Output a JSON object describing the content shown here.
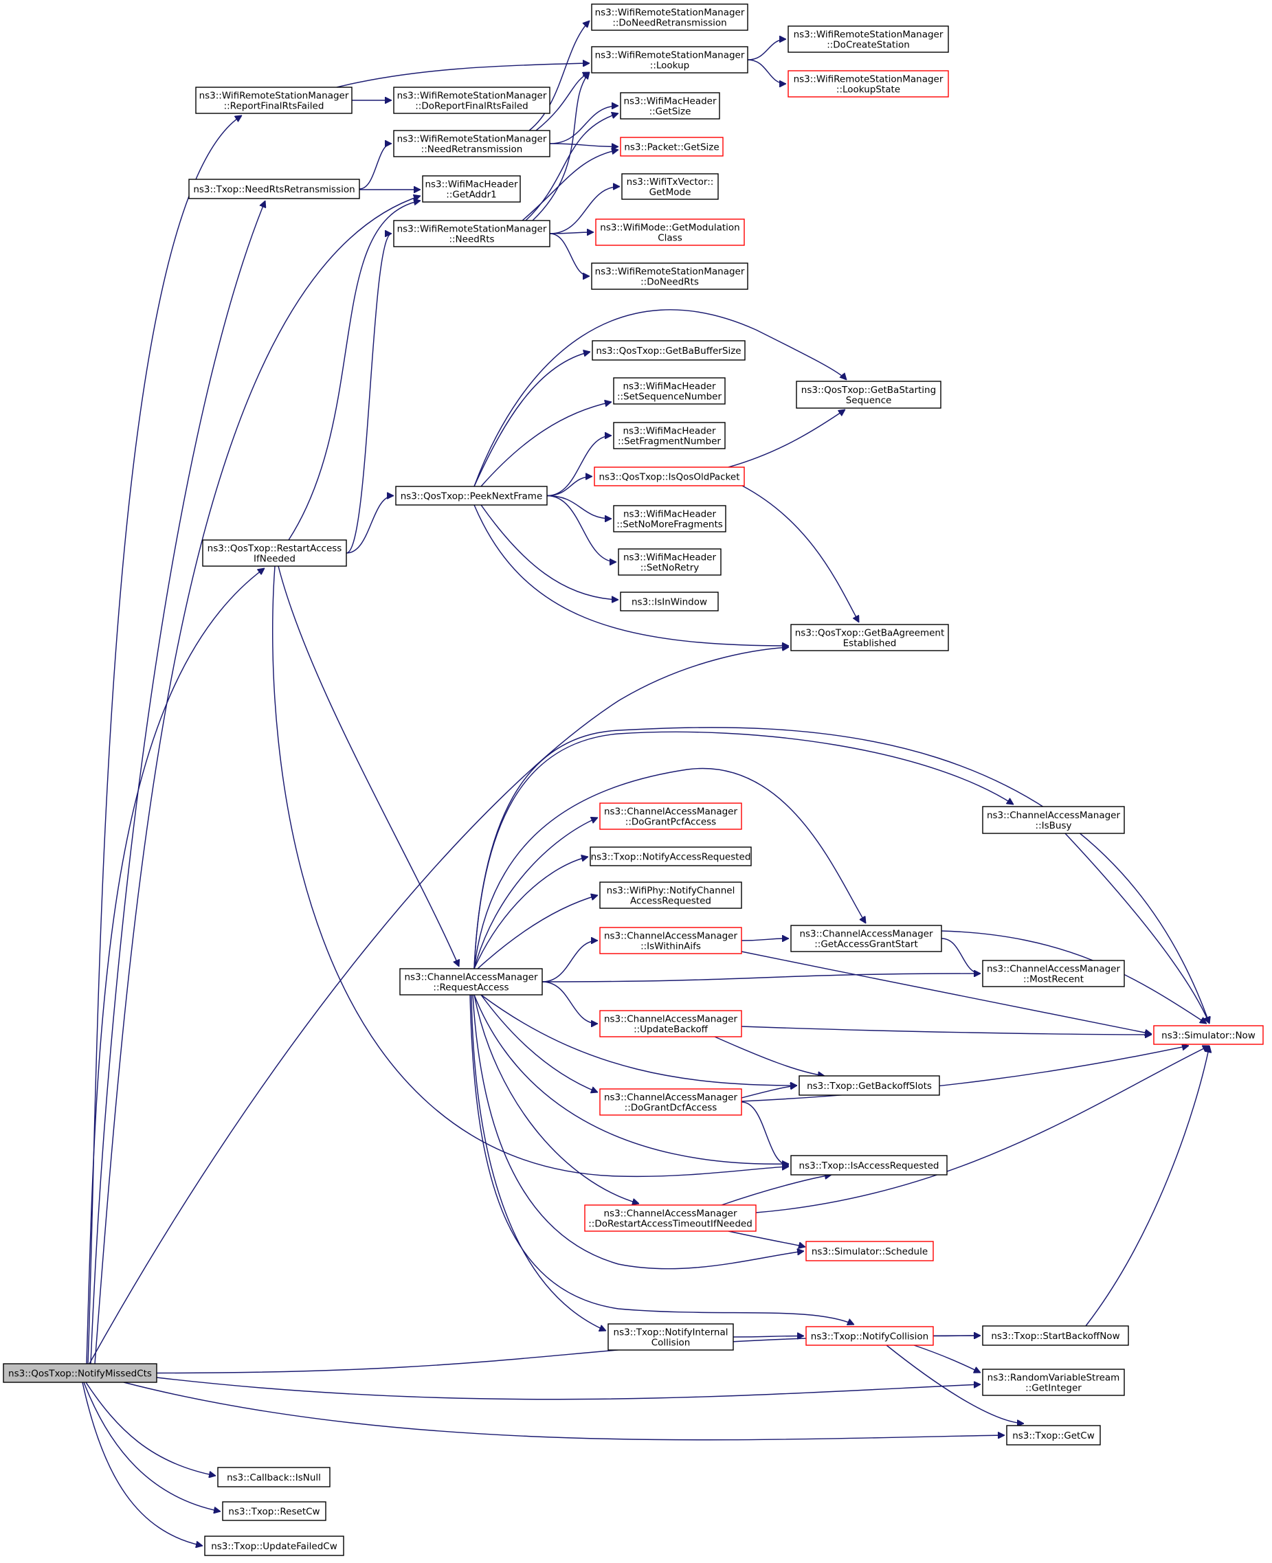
{
  "nodes": [
    {
      "id": "notify_missed_cts",
      "lines": [
        "ns3::QosTxop::NotifyMissedCts"
      ],
      "root": true
    },
    {
      "id": "report_final_rts_failed",
      "lines": [
        "ns3::WifiRemoteStationManager",
        "::ReportFinalRtsFailed"
      ]
    },
    {
      "id": "do_report_final_rts_failed",
      "lines": [
        "ns3::WifiRemoteStationManager",
        "::DoReportFinalRtsFailed"
      ]
    },
    {
      "id": "do_need_retransmission",
      "lines": [
        "ns3::WifiRemoteStationManager",
        "::DoNeedRetransmission"
      ]
    },
    {
      "id": "lookup",
      "lines": [
        "ns3::WifiRemoteStationManager",
        "::Lookup"
      ]
    },
    {
      "id": "do_create_station",
      "lines": [
        "ns3::WifiRemoteStationManager",
        "::DoCreateStation"
      ]
    },
    {
      "id": "lookup_state",
      "lines": [
        "ns3::WifiRemoteStationManager",
        "::LookupState"
      ],
      "partial": true
    },
    {
      "id": "mac_get_size",
      "lines": [
        "ns3::WifiMacHeader",
        "::GetSize"
      ]
    },
    {
      "id": "need_retransmission",
      "lines": [
        "ns3::WifiRemoteStationManager",
        "::NeedRetransmission"
      ]
    },
    {
      "id": "packet_get_size",
      "lines": [
        "ns3::Packet::GetSize"
      ],
      "partial": true
    },
    {
      "id": "need_rts_retransmission",
      "lines": [
        "ns3::Txop::NeedRtsRetransmission"
      ]
    },
    {
      "id": "get_addr1",
      "lines": [
        "ns3::WifiMacHeader",
        "::GetAddr1"
      ]
    },
    {
      "id": "get_mode",
      "lines": [
        "ns3::WifiTxVector::",
        "GetMode"
      ]
    },
    {
      "id": "need_rts",
      "lines": [
        "ns3::WifiRemoteStationManager",
        "::NeedRts"
      ]
    },
    {
      "id": "get_modulation_class",
      "lines": [
        "ns3::WifiMode::GetModulation",
        "Class"
      ],
      "partial": true
    },
    {
      "id": "do_need_rts",
      "lines": [
        "ns3::WifiRemoteStationManager",
        "::DoNeedRts"
      ]
    },
    {
      "id": "get_ba_buffer_size",
      "lines": [
        "ns3::QosTxop::GetBaBufferSize"
      ]
    },
    {
      "id": "set_sequence_number",
      "lines": [
        "ns3::WifiMacHeader",
        "::SetSequenceNumber"
      ]
    },
    {
      "id": "get_ba_starting_sequence",
      "lines": [
        "ns3::QosTxop::GetBaStarting",
        "Sequence"
      ]
    },
    {
      "id": "set_fragment_number",
      "lines": [
        "ns3::WifiMacHeader",
        "::SetFragmentNumber"
      ]
    },
    {
      "id": "is_qos_old_packet",
      "lines": [
        "ns3::QosTxop::IsQosOldPacket"
      ],
      "partial": true
    },
    {
      "id": "peek_next_frame",
      "lines": [
        "ns3::QosTxop::PeekNextFrame"
      ]
    },
    {
      "id": "set_no_more_fragments",
      "lines": [
        "ns3::WifiMacHeader",
        "::SetNoMoreFragments"
      ]
    },
    {
      "id": "restart_access_if_needed",
      "lines": [
        "ns3::QosTxop::RestartAccess",
        "IfNeeded"
      ]
    },
    {
      "id": "set_no_retry",
      "lines": [
        "ns3::WifiMacHeader",
        "::SetNoRetry"
      ]
    },
    {
      "id": "is_in_window",
      "lines": [
        "ns3::IsInWindow"
      ]
    },
    {
      "id": "get_ba_agreement_established",
      "lines": [
        "ns3::QosTxop::GetBaAgreement",
        "Established"
      ]
    },
    {
      "id": "is_busy",
      "lines": [
        "ns3::ChannelAccessManager",
        "::IsBusy"
      ]
    },
    {
      "id": "do_grant_pcf_access",
      "lines": [
        "ns3::ChannelAccessManager",
        "::DoGrantPcfAccess"
      ],
      "partial": true
    },
    {
      "id": "notify_access_requested",
      "lines": [
        "ns3::Txop::NotifyAccessRequested"
      ]
    },
    {
      "id": "phy_notify_channel_access_requested",
      "lines": [
        "ns3::WifiPhy::NotifyChannel",
        "AccessRequested"
      ]
    },
    {
      "id": "is_within_aifs",
      "lines": [
        "ns3::ChannelAccessManager",
        "::IsWithinAifs"
      ],
      "partial": true
    },
    {
      "id": "get_access_grant_start",
      "lines": [
        "ns3::ChannelAccessManager",
        "::GetAccessGrantStart"
      ]
    },
    {
      "id": "request_access",
      "lines": [
        "ns3::ChannelAccessManager",
        "::RequestAccess"
      ]
    },
    {
      "id": "most_recent",
      "lines": [
        "ns3::ChannelAccessManager",
        "::MostRecent"
      ]
    },
    {
      "id": "update_backoff",
      "lines": [
        "ns3::ChannelAccessManager",
        "::UpdateBackoff"
      ],
      "partial": true
    },
    {
      "id": "simulator_now",
      "lines": [
        "ns3::Simulator::Now"
      ],
      "partial": true
    },
    {
      "id": "get_backoff_slots",
      "lines": [
        "ns3::Txop::GetBackoffSlots"
      ]
    },
    {
      "id": "do_grant_dcf_access",
      "lines": [
        "ns3::ChannelAccessManager",
        "::DoGrantDcfAccess"
      ],
      "partial": true
    },
    {
      "id": "is_access_requested",
      "lines": [
        "ns3::Txop::IsAccessRequested"
      ]
    },
    {
      "id": "do_restart_access_timeout",
      "lines": [
        "ns3::ChannelAccessManager",
        "::DoRestartAccessTimeoutIfNeeded"
      ],
      "partial": true
    },
    {
      "id": "simulator_schedule",
      "lines": [
        "ns3::Simulator::Schedule"
      ],
      "partial": true
    },
    {
      "id": "notify_internal_collision",
      "lines": [
        "ns3::Txop::NotifyInternal",
        "Collision"
      ]
    },
    {
      "id": "notify_collision",
      "lines": [
        "ns3::Txop::NotifyCollision"
      ],
      "partial": true
    },
    {
      "id": "start_backoff_now",
      "lines": [
        "ns3::Txop::StartBackoffNow"
      ]
    },
    {
      "id": "get_integer",
      "lines": [
        "ns3::RandomVariableStream",
        "::GetInteger"
      ]
    },
    {
      "id": "get_cw",
      "lines": [
        "ns3::Txop::GetCw"
      ]
    },
    {
      "id": "callback_is_null",
      "lines": [
        "ns3::Callback::IsNull"
      ]
    },
    {
      "id": "reset_cw",
      "lines": [
        "ns3::Txop::ResetCw"
      ]
    },
    {
      "id": "update_failed_cw",
      "lines": [
        "ns3::Txop::UpdateFailedCw"
      ]
    }
  ],
  "edges": [
    [
      "notify_missed_cts",
      "report_final_rts_failed"
    ],
    [
      "notify_missed_cts",
      "need_rts_retransmission"
    ],
    [
      "notify_missed_cts",
      "get_addr1"
    ],
    [
      "notify_missed_cts",
      "restart_access_if_needed"
    ],
    [
      "notify_missed_cts",
      "get_ba_agreement_established"
    ],
    [
      "notify_missed_cts",
      "start_backoff_now"
    ],
    [
      "notify_missed_cts",
      "get_integer"
    ],
    [
      "notify_missed_cts",
      "get_cw"
    ],
    [
      "notify_missed_cts",
      "callback_is_null"
    ],
    [
      "notify_missed_cts",
      "reset_cw"
    ],
    [
      "notify_missed_cts",
      "update_failed_cw"
    ],
    [
      "report_final_rts_failed",
      "lookup"
    ],
    [
      "report_final_rts_failed",
      "do_report_final_rts_failed"
    ],
    [
      "need_retransmission",
      "do_need_retransmission"
    ],
    [
      "need_retransmission",
      "lookup"
    ],
    [
      "need_retransmission",
      "mac_get_size"
    ],
    [
      "need_retransmission",
      "packet_get_size"
    ],
    [
      "lookup",
      "do_create_station"
    ],
    [
      "lookup",
      "lookup_state"
    ],
    [
      "need_rts_retransmission",
      "need_retransmission"
    ],
    [
      "need_rts_retransmission",
      "get_addr1"
    ],
    [
      "need_rts",
      "lookup"
    ],
    [
      "need_rts",
      "mac_get_size"
    ],
    [
      "need_rts",
      "packet_get_size"
    ],
    [
      "need_rts",
      "get_mode"
    ],
    [
      "need_rts",
      "get_modulation_class"
    ],
    [
      "need_rts",
      "do_need_rts"
    ],
    [
      "restart_access_if_needed",
      "get_addr1"
    ],
    [
      "restart_access_if_needed",
      "need_rts"
    ],
    [
      "restart_access_if_needed",
      "peek_next_frame"
    ],
    [
      "restart_access_if_needed",
      "request_access"
    ],
    [
      "restart_access_if_needed",
      "is_access_requested"
    ],
    [
      "peek_next_frame",
      "get_ba_buffer_size"
    ],
    [
      "peek_next_frame",
      "get_ba_starting_sequence"
    ],
    [
      "peek_next_frame",
      "set_sequence_number"
    ],
    [
      "peek_next_frame",
      "set_fragment_number"
    ],
    [
      "peek_next_frame",
      "is_qos_old_packet"
    ],
    [
      "peek_next_frame",
      "set_no_more_fragments"
    ],
    [
      "peek_next_frame",
      "set_no_retry"
    ],
    [
      "peek_next_frame",
      "is_in_window"
    ],
    [
      "peek_next_frame",
      "get_ba_agreement_established"
    ],
    [
      "is_qos_old_packet",
      "get_ba_starting_sequence"
    ],
    [
      "is_qos_old_packet",
      "get_ba_agreement_established"
    ],
    [
      "request_access",
      "is_busy"
    ],
    [
      "request_access",
      "simulator_now"
    ],
    [
      "request_access",
      "get_access_grant_start"
    ],
    [
      "request_access",
      "do_grant_pcf_access"
    ],
    [
      "request_access",
      "notify_access_requested"
    ],
    [
      "request_access",
      "phy_notify_channel_access_requested"
    ],
    [
      "request_access",
      "is_within_aifs"
    ],
    [
      "request_access",
      "most_recent"
    ],
    [
      "request_access",
      "update_backoff"
    ],
    [
      "request_access",
      "get_backoff_slots"
    ],
    [
      "request_access",
      "do_grant_dcf_access"
    ],
    [
      "request_access",
      "is_access_requested"
    ],
    [
      "request_access",
      "do_restart_access_timeout"
    ],
    [
      "request_access",
      "simulator_schedule"
    ],
    [
      "request_access",
      "notify_internal_collision"
    ],
    [
      "request_access",
      "notify_collision"
    ],
    [
      "is_within_aifs",
      "get_access_grant_start"
    ],
    [
      "is_within_aifs",
      "simulator_now"
    ],
    [
      "get_access_grant_start",
      "most_recent"
    ],
    [
      "get_access_grant_start",
      "simulator_now"
    ],
    [
      "is_busy",
      "simulator_now"
    ],
    [
      "update_backoff",
      "simulator_now"
    ],
    [
      "update_backoff",
      "get_backoff_slots"
    ],
    [
      "do_grant_dcf_access",
      "get_backoff_slots"
    ],
    [
      "do_grant_dcf_access",
      "simulator_now"
    ],
    [
      "do_grant_dcf_access",
      "is_access_requested"
    ],
    [
      "do_restart_access_timeout",
      "is_access_requested"
    ],
    [
      "do_restart_access_timeout",
      "simulator_now"
    ],
    [
      "do_restart_access_timeout",
      "simulator_schedule"
    ],
    [
      "notify_internal_collision",
      "notify_collision"
    ],
    [
      "notify_collision",
      "start_backoff_now"
    ],
    [
      "notify_collision",
      "get_integer"
    ],
    [
      "notify_collision",
      "get_cw"
    ],
    [
      "start_backoff_now",
      "simulator_now"
    ]
  ],
  "colors": {
    "edge": "#191970",
    "box_border": "#000000",
    "partial_border": "#ff0000",
    "root_fill": "#bfbfbf",
    "background": "#ffffff"
  }
}
